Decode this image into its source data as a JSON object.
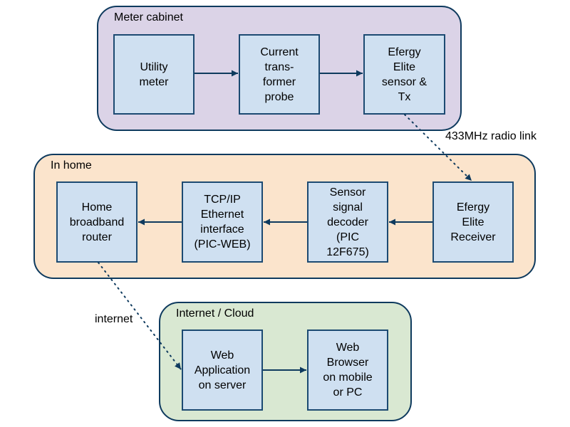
{
  "diagram": {
    "colors": {
      "meter_cabinet_fill": "#dbd3e7",
      "in_home_fill": "#fbe4cc",
      "cloud_fill": "#d9e8d2",
      "node_fill": "#cfe0f1",
      "border": "#0e3a5e"
    },
    "groups": {
      "meter_cabinet": {
        "label": "Meter cabinet"
      },
      "in_home": {
        "label": "In home"
      },
      "cloud": {
        "label": "Internet / Cloud"
      }
    },
    "nodes": {
      "utility_meter": "Utility\nmeter",
      "ct_probe": "Current\ntrans-\nformer\nprobe",
      "efergy_sensor": "Efergy\nElite\nsensor &\nTx",
      "efergy_receiver": "Efergy\nElite\nReceiver",
      "signal_decoder": "Sensor\nsignal\ndecoder\n(PIC\n12F675)",
      "ethernet_interface": "TCP/IP\nEthernet\ninterface\n(PIC-WEB)",
      "router": "Home\nbroadband\nrouter",
      "web_app": "Web\nApplication\non server",
      "web_browser": "Web\nBrowser\non mobile\nor PC"
    },
    "edge_labels": {
      "radio": "433MHz radio link",
      "internet": "internet"
    },
    "edges": [
      {
        "from": "utility_meter",
        "to": "ct_probe",
        "style": "solid"
      },
      {
        "from": "ct_probe",
        "to": "efergy_sensor",
        "style": "solid"
      },
      {
        "from": "efergy_sensor",
        "to": "efergy_receiver",
        "style": "dotted",
        "label": "433MHz radio link"
      },
      {
        "from": "efergy_receiver",
        "to": "signal_decoder",
        "style": "solid"
      },
      {
        "from": "signal_decoder",
        "to": "ethernet_interface",
        "style": "solid"
      },
      {
        "from": "ethernet_interface",
        "to": "router",
        "style": "solid"
      },
      {
        "from": "router",
        "to": "web_app",
        "style": "dotted",
        "label": "internet"
      },
      {
        "from": "web_app",
        "to": "web_browser",
        "style": "solid"
      }
    ]
  }
}
